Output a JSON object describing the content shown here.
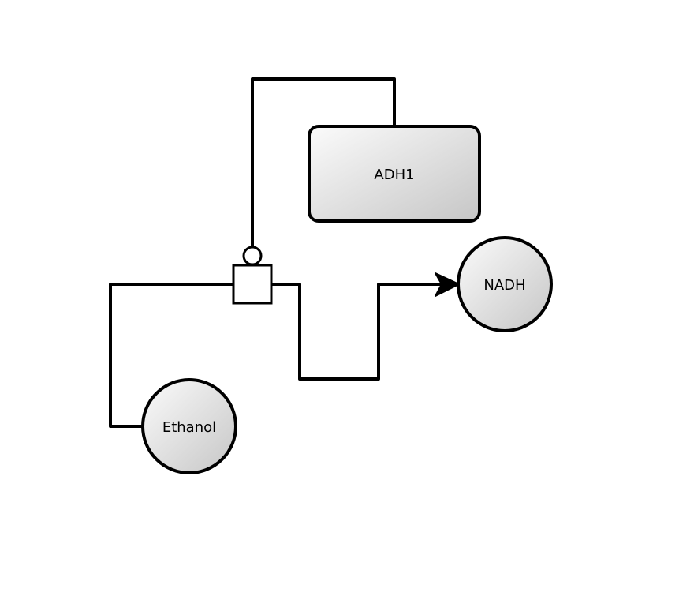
{
  "diagram": {
    "type": "SBGN process description",
    "nodes": {
      "enzyme": {
        "label": "ADH1",
        "kind": "macromolecule"
      },
      "product": {
        "label": "NADH",
        "kind": "simple-chemical"
      },
      "substrate": {
        "label": "Ethanol",
        "kind": "simple-chemical"
      },
      "process": {
        "label": "",
        "kind": "process"
      }
    },
    "edges": [
      {
        "from": "Ethanol",
        "to": "process",
        "kind": "consumption"
      },
      {
        "from": "process",
        "to": "NADH",
        "kind": "production"
      },
      {
        "from": "ADH1",
        "to": "process",
        "kind": "catalysis"
      }
    ],
    "colors": {
      "stroke": "#000000",
      "fill_light": "#fafafa",
      "fill_dark": "#c8c8c8"
    }
  }
}
